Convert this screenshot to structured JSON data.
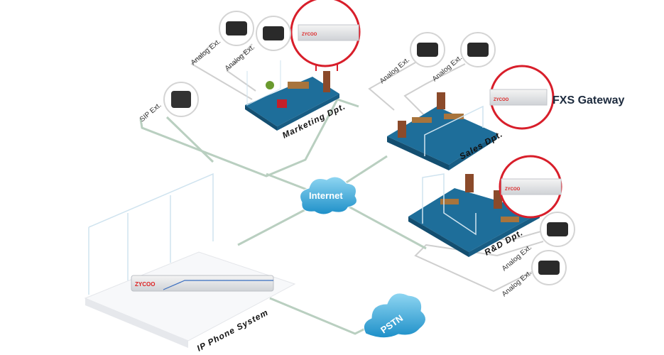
{
  "diagram": {
    "labels": {
      "marketing": "Marketing Dpt.",
      "sales": "Sales Dpt.",
      "rnd": "R&D Dpt.",
      "internet": "Internet",
      "pstn": "PSTN",
      "ip_phone_system": "IP Phone System",
      "fxs_gateway": "FXS Gateway"
    },
    "phones": [
      {
        "label": "Analog Ext."
      },
      {
        "label": "Analog Ext."
      },
      {
        "label": "SIP Ext."
      },
      {
        "label": "Analog Ext."
      },
      {
        "label": "Analog Ext."
      },
      {
        "label": "Analog Ext."
      },
      {
        "label": "Analog Ext."
      }
    ],
    "logo": "ZYCOO",
    "colors": {
      "link_green": "#b9cfc0",
      "link_gray": "#c8c8c8",
      "floor_blue": "#1e6e9a",
      "highlight_red": "#d81e2a",
      "cloud_blue": "#3fb1e2"
    }
  }
}
